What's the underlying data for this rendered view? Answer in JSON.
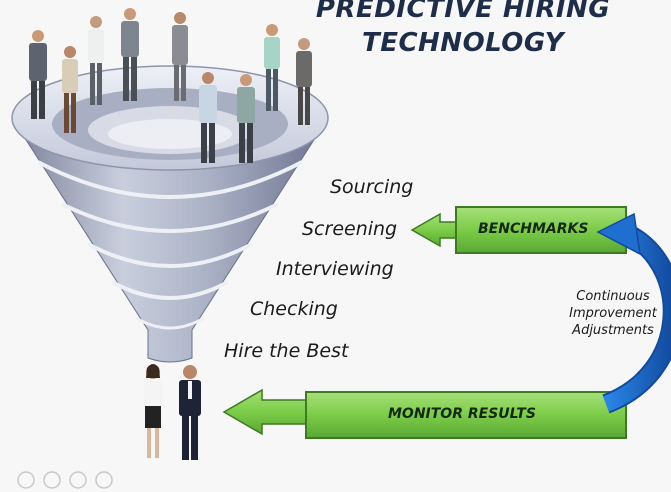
{
  "title": {
    "line1": "PREDICTIVE HIRING",
    "line2": "TECHNOLOGY"
  },
  "stages": [
    "Sourcing",
    "Screening",
    "Interviewing",
    "Checking",
    "Hire the Best"
  ],
  "benchmarks": {
    "label": "BENCHMARKS"
  },
  "monitor": {
    "label": "MONITOR RESULTS"
  },
  "loop": {
    "line1": "Continuous",
    "line2": "Improvement",
    "line3": "Adjustments"
  },
  "colors": {
    "box_fill": "#7ccc48",
    "box_stroke": "#3e7a22",
    "loop_arrow": "#1f6fd0",
    "funnel_body": "#9ea6bd",
    "funnel_rim": "#dfe3ef",
    "title": "#1e2e4a"
  },
  "icons": [
    "people-figures",
    "funnel",
    "left-arrow",
    "curved-loop-arrow",
    "media-player-controls"
  ]
}
